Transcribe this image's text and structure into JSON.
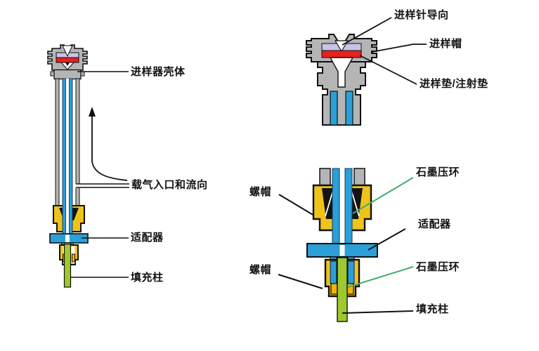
{
  "left_diagram": {
    "labels": {
      "injector_housing": "进样器壳体",
      "carrier_gas_inlet": "载气入口和流向",
      "adapter": "适配器",
      "packed_column": "填充柱"
    }
  },
  "right_top_diagram": {
    "labels": {
      "needle_guide": "进样针导向",
      "septum_cap": "进样帽",
      "septum_pad": "进样垫/注射垫"
    }
  },
  "right_bottom_diagram": {
    "labels": {
      "nut_top": "螺帽",
      "graphite_ring_top": "石墨压环",
      "adapter": "适配器",
      "nut_bottom": "螺帽",
      "graphite_ring_bottom": "石墨压环",
      "packed_column": "填充柱"
    }
  },
  "colors": {
    "metal_gray": "#b5b5b5",
    "tube_blue": "#2b9fd8",
    "nut_yellow": "#efc319",
    "ferrule_orange": "#eeb410",
    "column_green": "#9dc92e",
    "septum_red": "#e8211d",
    "cap_lavender": "#c8c4e6",
    "pointer_green": "#3fae6e",
    "outline_black": "#111111"
  }
}
